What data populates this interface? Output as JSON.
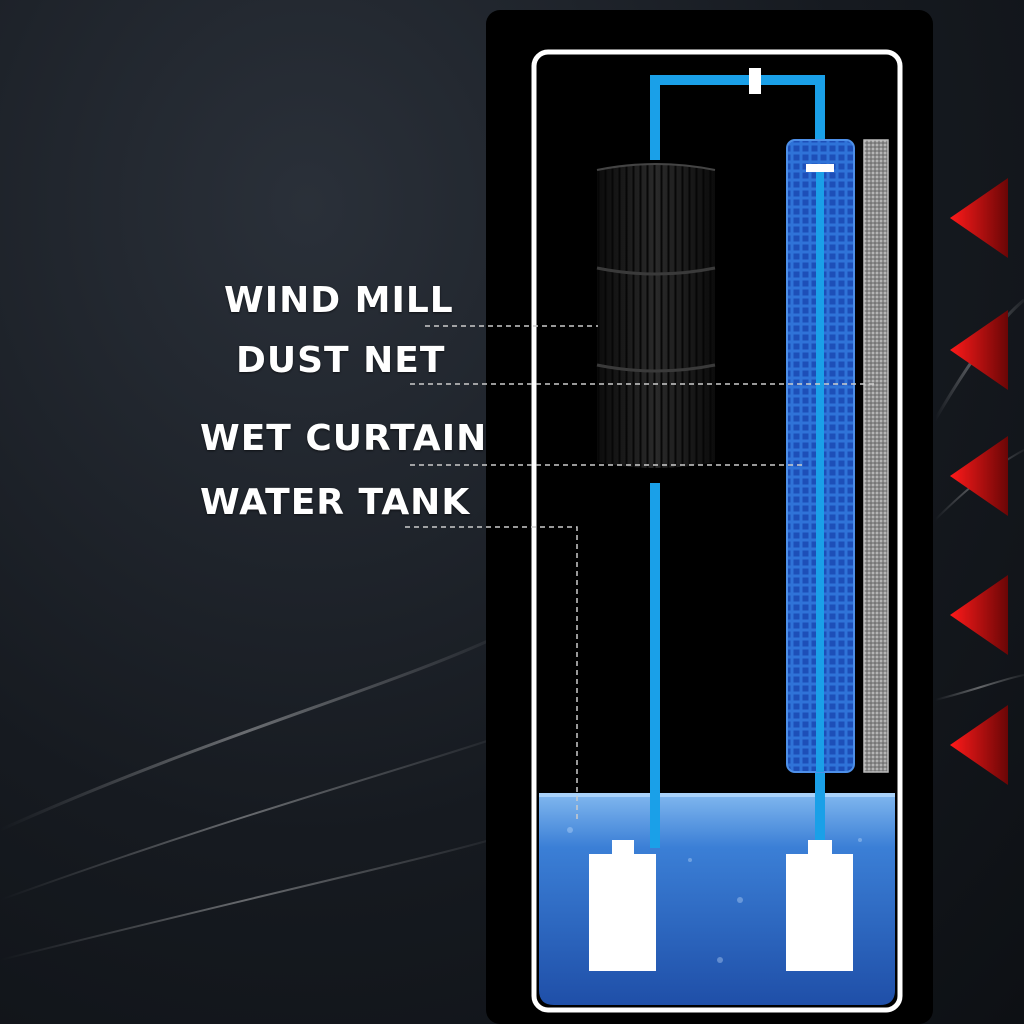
{
  "labels": {
    "wind_mill": "WIND MILL",
    "dust_net": "DUST NET",
    "wet_curtain": "WET CURTAIN",
    "water_tank": "WATER TANK"
  },
  "colors": {
    "water_pipe": "#1aa0e8",
    "wet_curtain": "#2f73d8",
    "airflow_arrow": "#e01010",
    "water": "#3a7fd8",
    "panel": "#000000",
    "outline": "#ffffff"
  },
  "icons": {
    "airflow": "airflow-arrow-icon",
    "pump": "water-pump-icon"
  }
}
